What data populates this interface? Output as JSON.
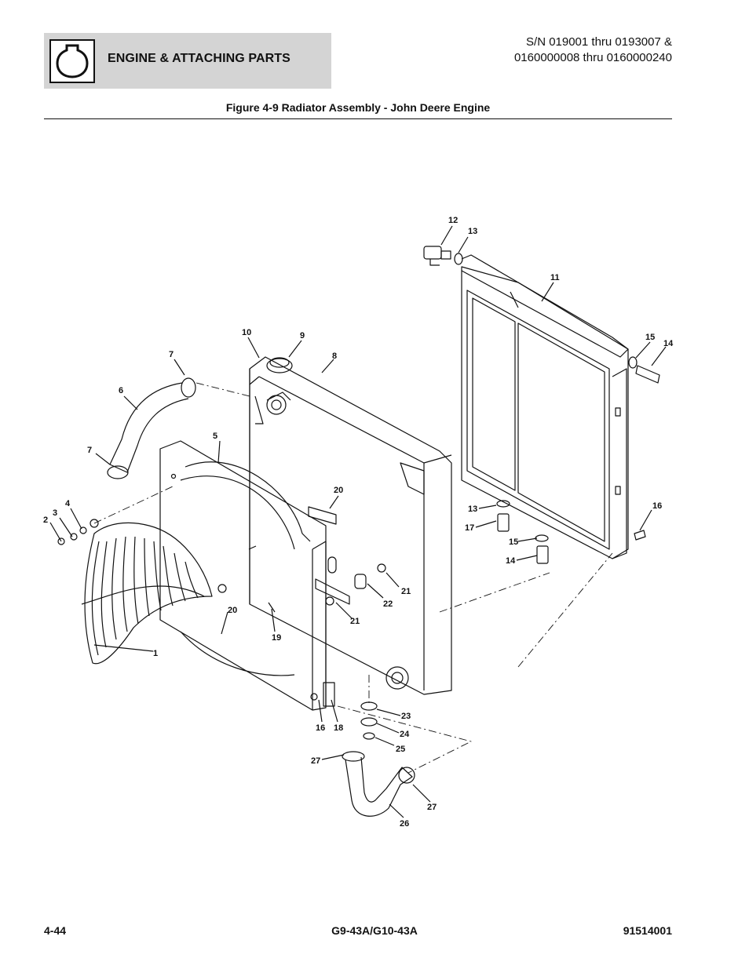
{
  "header": {
    "section_title": "ENGINE & ATTACHING PARTS",
    "serial_line1": "S/N 019001 thru 0193007 &",
    "serial_line2": "0160000008 thru 0160000240",
    "icon": "engine-icon"
  },
  "figure": {
    "title": "Figure 4-9 Radiator Assembly - John Deere Engine",
    "callouts": {
      "c1": "1",
      "c2": "2",
      "c3": "3",
      "c4": "4",
      "c5": "5",
      "c6": "6",
      "c7a": "7",
      "c7b": "7",
      "c8": "8",
      "c9": "9",
      "c10": "10",
      "c11": "11",
      "c12": "12",
      "c13a": "13",
      "c13b": "13",
      "c14a": "14",
      "c14b": "14",
      "c15a": "15",
      "c15b": "15",
      "c16a": "16",
      "c16b": "16",
      "c17": "17",
      "c18": "18",
      "c19": "19",
      "c20a": "20",
      "c20b": "20",
      "c21a": "21",
      "c21b": "21",
      "c22": "22",
      "c23": "23",
      "c24": "24",
      "c25": "25",
      "c26": "26",
      "c27a": "27",
      "c27b": "27"
    }
  },
  "footer": {
    "page_number": "4-44",
    "model": "G9-43A/G10-43A",
    "doc_number": "91514001"
  }
}
